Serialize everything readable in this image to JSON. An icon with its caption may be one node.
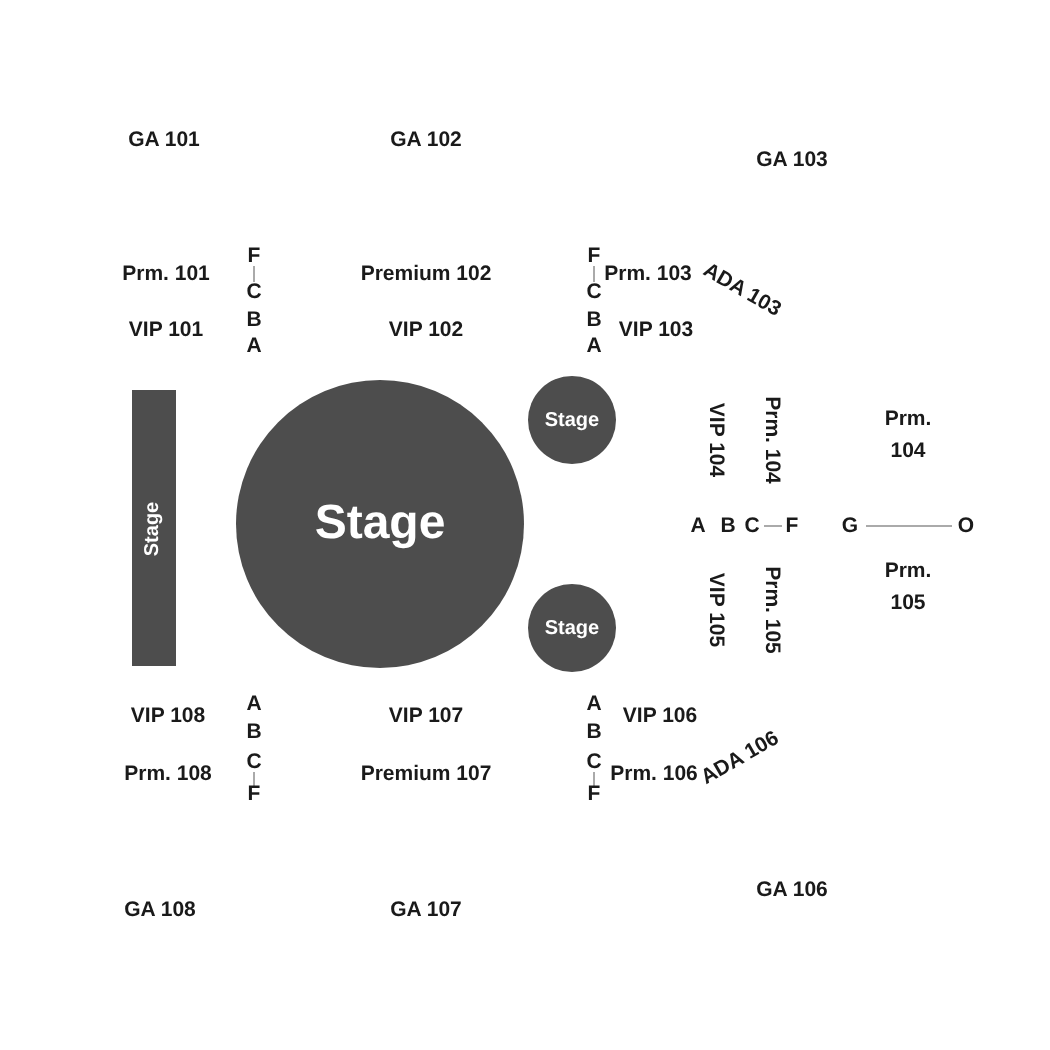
{
  "diagram": {
    "nodes": [
      {
        "text": [
          "Stage"
        ]
      },
      {
        "text": [
          "Stage"
        ]
      },
      {
        "text": [
          "Stage"
        ]
      },
      {
        "text": [
          "Stage"
        ]
      }
    ],
    "labels": [
      "GA 101",
      "GA 102",
      "GA 103",
      "F",
      "F",
      "Prm. 101",
      "Premium 102",
      "Prm. 103",
      "ADA 103",
      "C",
      "C",
      "B",
      "B",
      "VIP 101",
      "VIP 102",
      "VIP 103",
      "A",
      "A",
      "VIP 104",
      "Prm. 104",
      "Prm. 104",
      "A",
      "B",
      "C",
      "F",
      "G",
      "O",
      "VIP 105",
      "Prm. 105",
      "Prm. 105",
      "A",
      "A",
      "VIP 108",
      "VIP 107",
      "VIP 106",
      "B",
      "B",
      "C",
      "C",
      "Prm. 108",
      "Premium 107",
      "Prm. 106",
      "ADA 106",
      "F",
      "F",
      "GA 106",
      "GA 108",
      "GA 107"
    ]
  }
}
